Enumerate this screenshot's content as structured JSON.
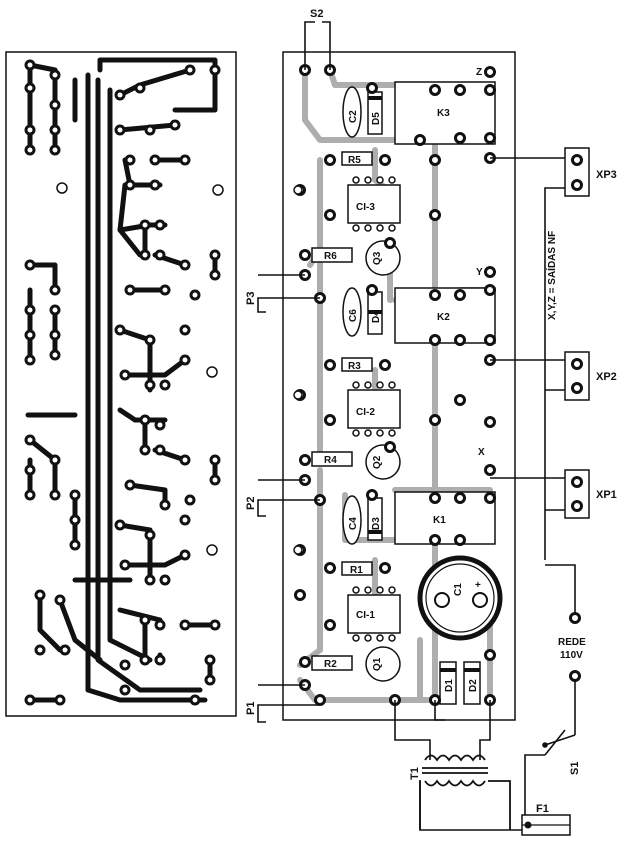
{
  "labels": {
    "s2": "S2",
    "z": "Z",
    "y": "Y",
    "x": "X",
    "xp3": "XP3",
    "xp2": "XP2",
    "xp1": "XP1",
    "p3": "P3",
    "p2": "P2",
    "p1": "P1",
    "t1": "T1",
    "s1": "S1",
    "f1": "F1",
    "rede_line1": "REDE",
    "rede_line2": "110V",
    "side_note": "X,Y,Z = SAÍDAS NF"
  },
  "components": {
    "c2": "C2",
    "d5": "D5",
    "k3": "K3",
    "r5": "R5",
    "ci3": "CI-3",
    "r6": "R6",
    "q3": "Q3",
    "c6": "C6",
    "d4": "D4",
    "k2": "K2",
    "r3": "R3",
    "ci2": "CI-2",
    "r4": "R4",
    "q2": "Q2",
    "c4": "C4",
    "d3": "D3",
    "k1": "K1",
    "r1": "R1",
    "ci1": "CI-1",
    "c1": "C1",
    "r2": "R2",
    "q1": "Q1",
    "d1": "D1",
    "d2": "D2",
    "c1_plus": "+"
  }
}
